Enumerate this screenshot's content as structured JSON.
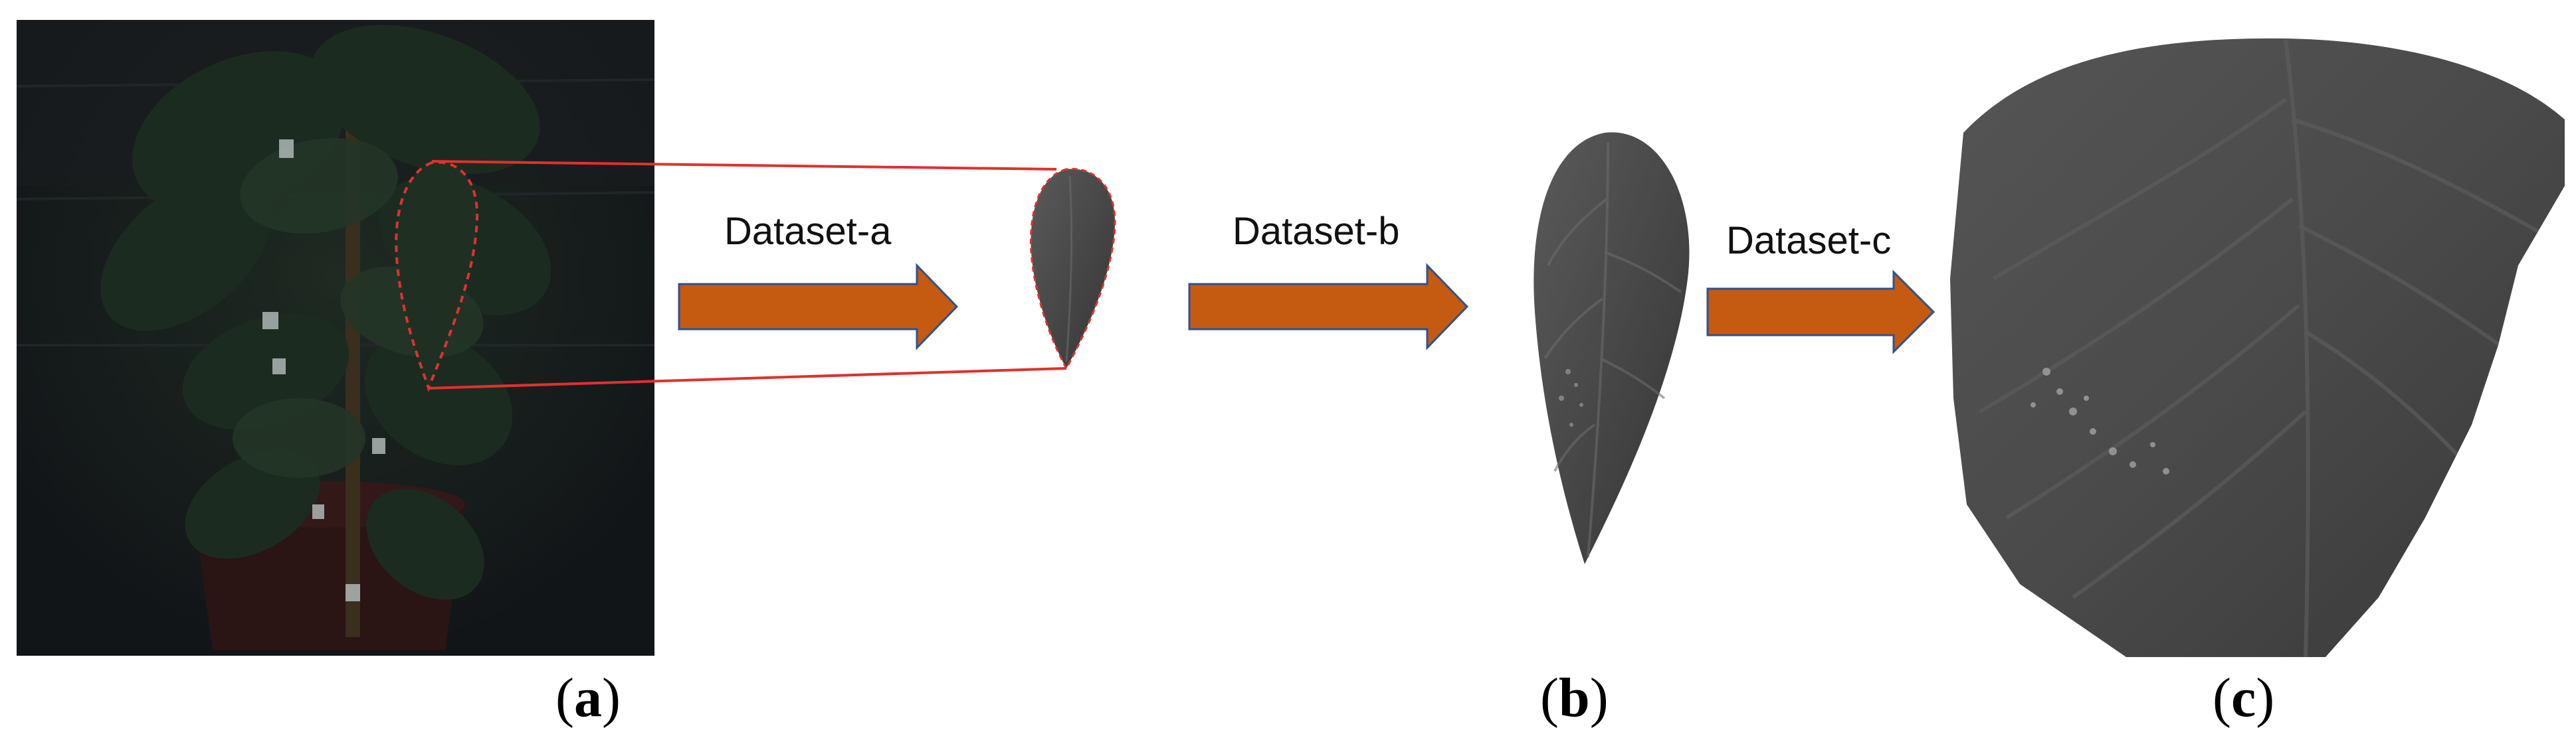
{
  "stages": [
    {
      "label": "Dataset-a"
    },
    {
      "label": "Dataset-b"
    },
    {
      "label": "Dataset-c"
    }
  ],
  "captions": [
    {
      "open": "(",
      "letter": "a",
      "close": ")"
    },
    {
      "open": "(",
      "letter": "b",
      "close": ")"
    },
    {
      "open": "(",
      "letter": "c",
      "close": ")"
    }
  ],
  "colors": {
    "arrow_fill": "#C55A11",
    "arrow_stroke": "#2F528F",
    "zoom_line": "#E03030",
    "photo_bg": "#15181c",
    "leaf_gray": "#4a4a4a"
  }
}
